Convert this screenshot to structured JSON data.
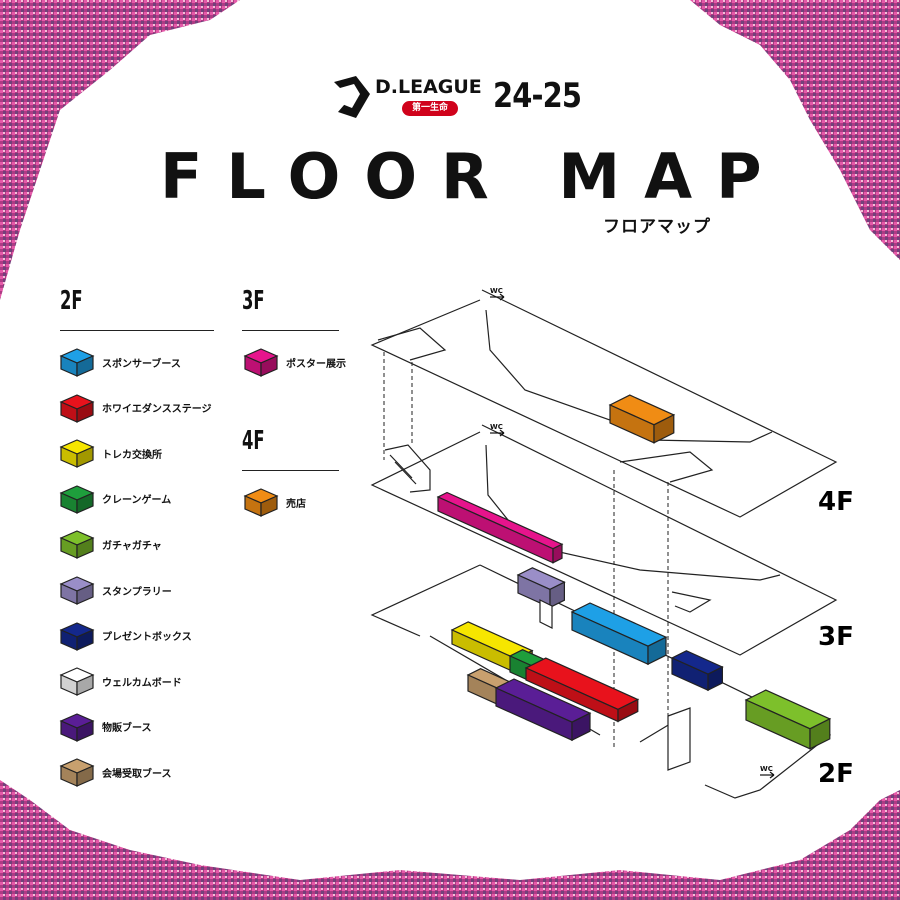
{
  "header": {
    "brand": "D.LEAGUE",
    "season": "24-25",
    "sponsor_badge": "第一生命",
    "title": "FLOOR MAP",
    "subtitle": "フロアマップ"
  },
  "legend": {
    "floor2": {
      "heading": "2F",
      "items": [
        {
          "label": "スポンサーブース",
          "color": "#1ea0e6"
        },
        {
          "label": "ホワイエダンスステージ",
          "color": "#e8121c"
        },
        {
          "label": "トレカ交換所",
          "color": "#f6e600"
        },
        {
          "label": "クレーンゲーム",
          "color": "#1e9e3c"
        },
        {
          "label": "ガチャガチャ",
          "color": "#7dc02b"
        },
        {
          "label": "スタンプラリー",
          "color": "#9a8ec8"
        },
        {
          "label": "プレゼントボックス",
          "color": "#14288c"
        },
        {
          "label": "ウェルカムボード",
          "color": "#ffffff"
        },
        {
          "label": "物販ブース",
          "color": "#5a1e96"
        },
        {
          "label": "会場受取ブース",
          "color": "#c8a06e"
        }
      ]
    },
    "floor3": {
      "heading": "3F",
      "items": [
        {
          "label": "ポスター展示",
          "color": "#e6148c"
        }
      ]
    },
    "floor4": {
      "heading": "4F",
      "items": [
        {
          "label": "売店",
          "color": "#f08c14"
        }
      ]
    }
  },
  "map": {
    "floor_labels": [
      "4F",
      "3F",
      "2F"
    ],
    "wc_label": "WC"
  }
}
